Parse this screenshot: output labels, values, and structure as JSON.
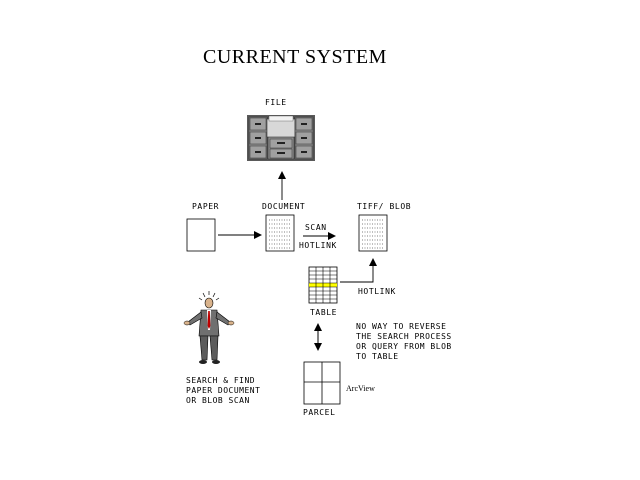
{
  "title": "CURRENT SYSTEM",
  "nodes": {
    "file": "FILE",
    "paper": "PAPER",
    "document": "DOCUMENT",
    "tiff_blob": "TIFF/ BLOB",
    "scan": "SCAN",
    "hotlink_top": "HOTLINK",
    "hotlink_table": "HOTLINK",
    "table": "TABLE",
    "parcel": "PARCEL",
    "arcview": "ArcView"
  },
  "notes": {
    "no_way": [
      "NO WAY TO REVERSE",
      "THE SEARCH PROCESS",
      "OR QUERY FROM BLOB",
      "TO TABLE"
    ],
    "search_find": [
      "SEARCH & FIND",
      "PAPER DOCUMENT",
      "OR BLOB SCAN"
    ]
  },
  "colors": {
    "cabinet": "#8c8c8c",
    "cabinet_dark": "#4a4a4a",
    "highlight": "#ffff00",
    "tie": "#c00000"
  },
  "icons": [
    "file-cabinet-icon",
    "person-icon"
  ]
}
